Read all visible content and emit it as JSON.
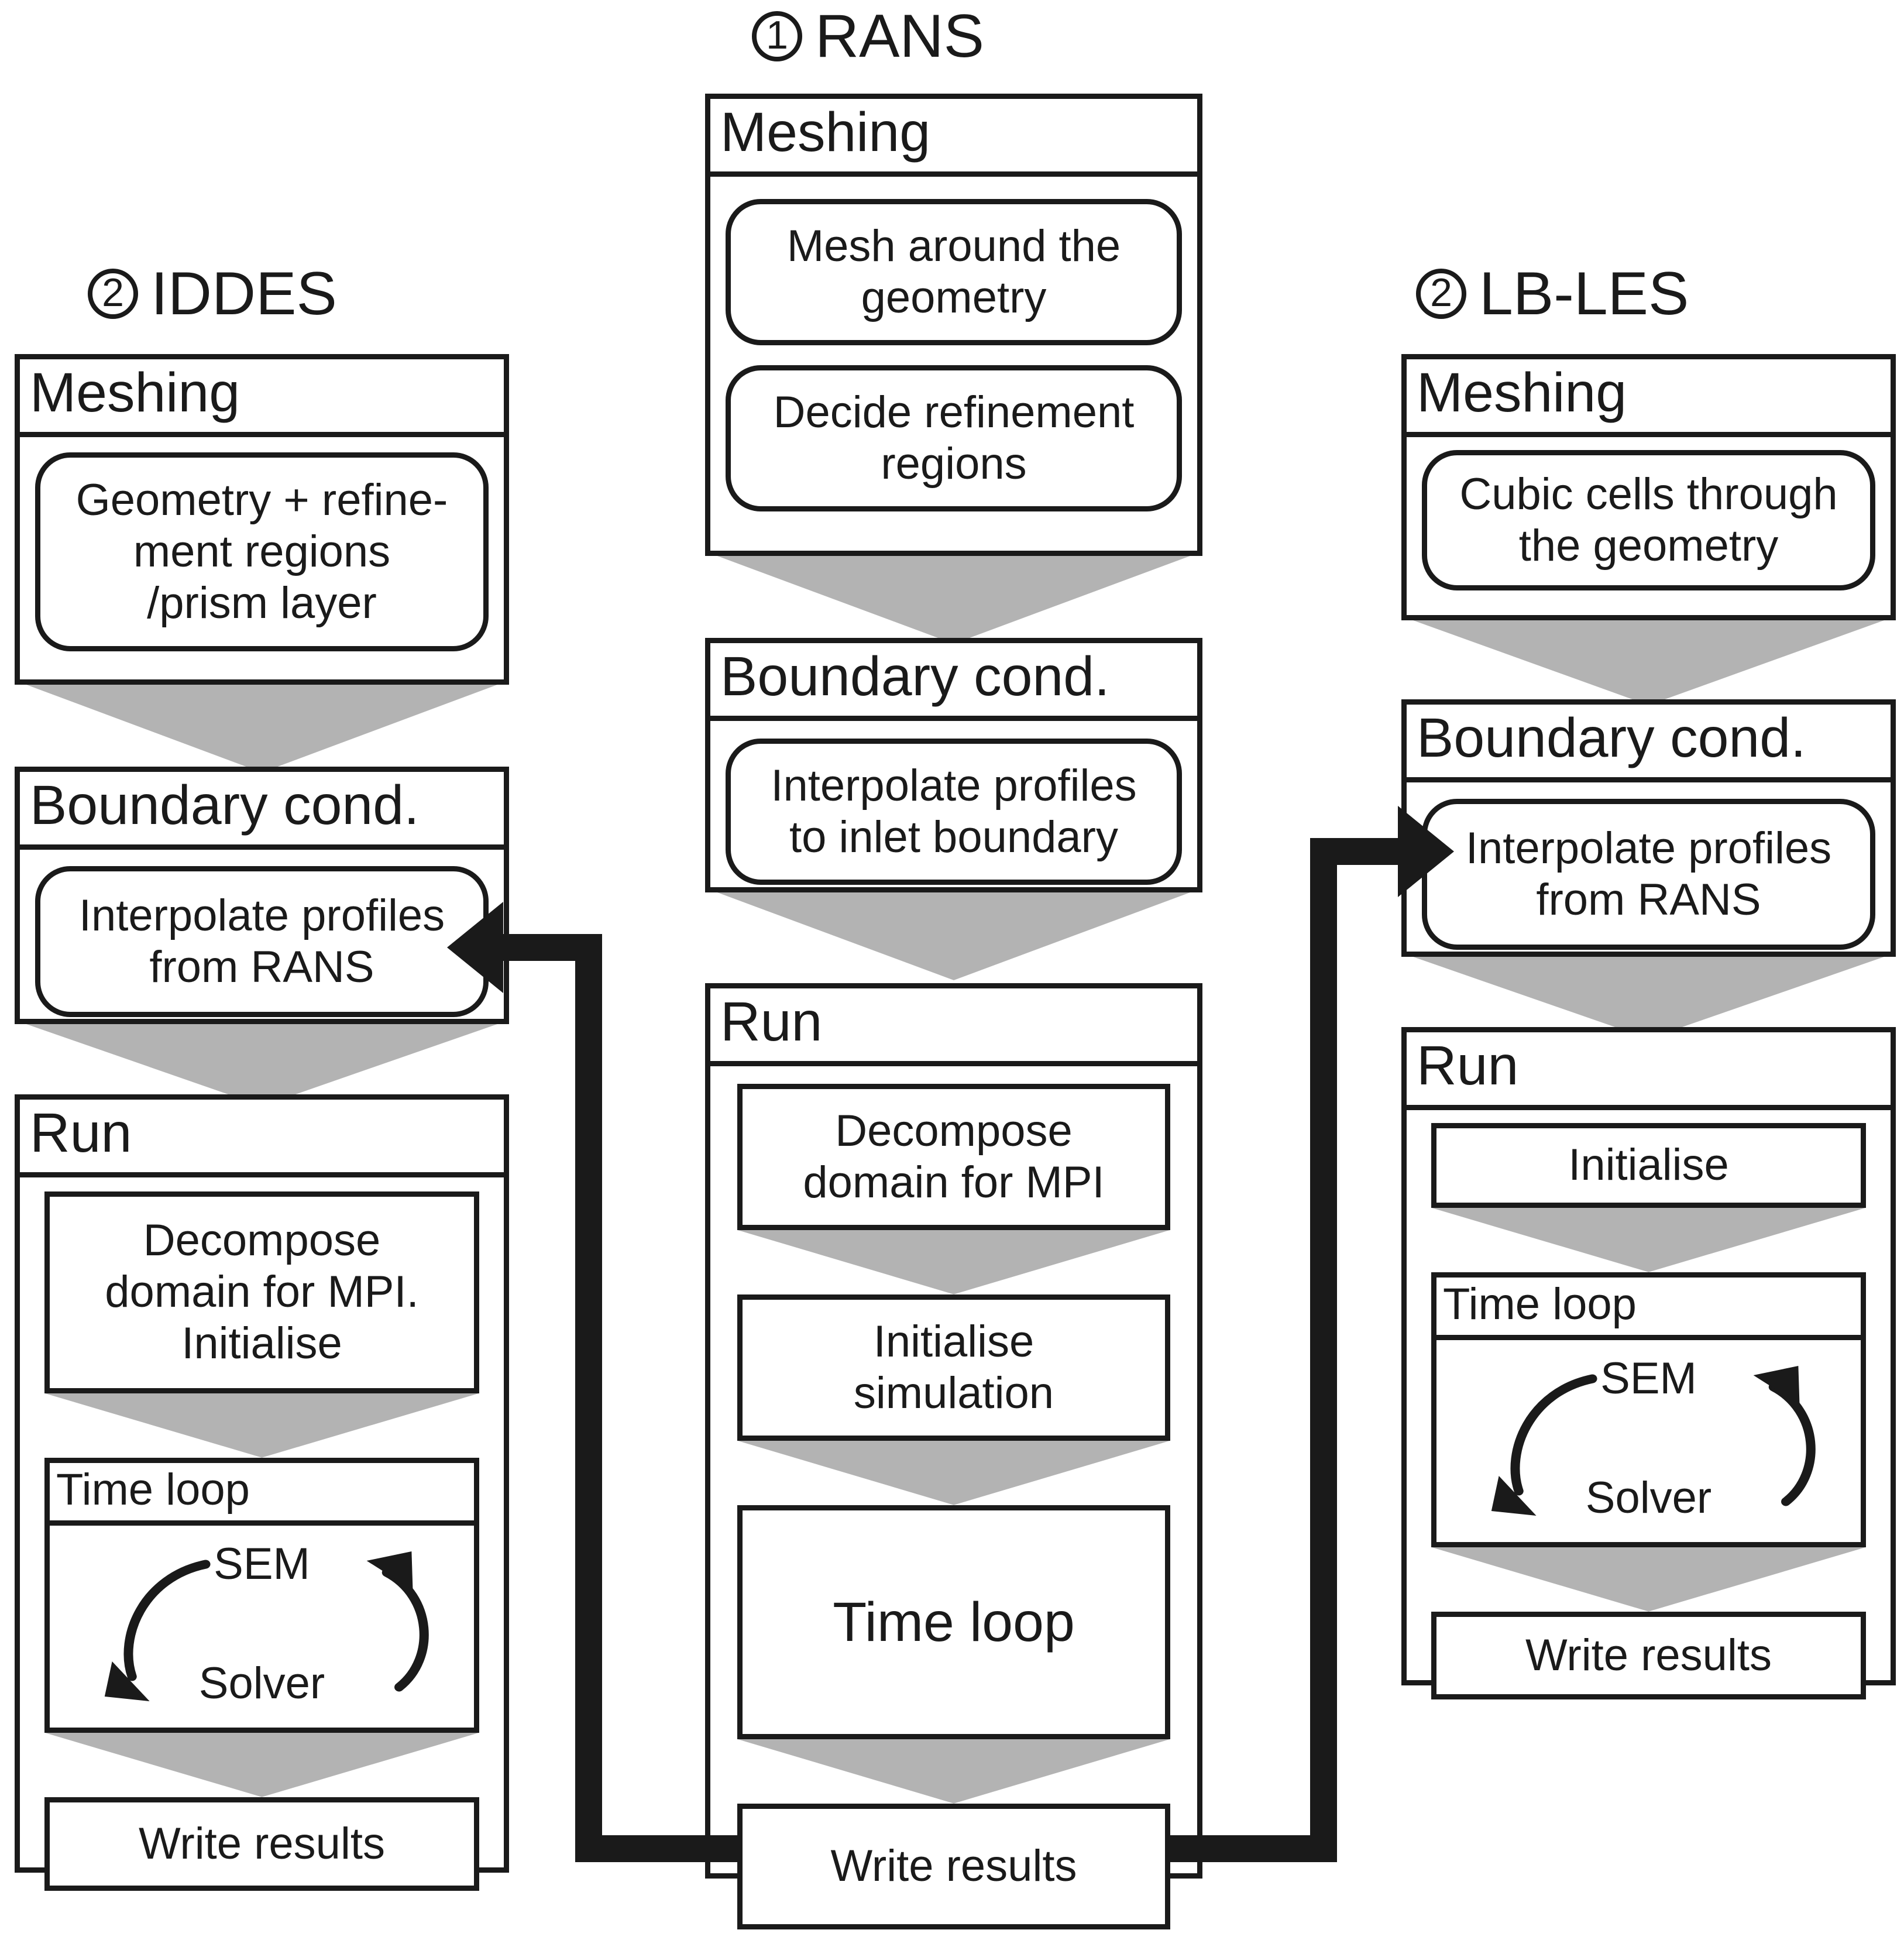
{
  "columns": {
    "iddes": {
      "badge": "2",
      "title": "IDDES",
      "meshing": {
        "title": "Meshing",
        "node": "Geometry + refine-\nment regions\n/prism layer"
      },
      "boundary": {
        "title": "Boundary cond.",
        "node": "Interpolate profiles\nfrom RANS"
      },
      "run": {
        "title": "Run",
        "decompose": "Decompose\ndomain for MPI.\nInitialise",
        "timeloop": {
          "title": "Time loop",
          "top_label": "SEM",
          "bottom_label": "Solver"
        },
        "write": "Write results"
      }
    },
    "rans": {
      "badge": "1",
      "title": "RANS",
      "meshing": {
        "title": "Meshing",
        "node1": "Mesh around the\ngeometry",
        "node2": "Decide refinement\nregions"
      },
      "boundary": {
        "title": "Boundary cond.",
        "node": "Interpolate profiles\nto inlet boundary"
      },
      "run": {
        "title": "Run",
        "decompose": "Decompose\ndomain for MPI",
        "initialise": "Initialise\nsimulation",
        "timeloop": "Time loop",
        "write": "Write results"
      }
    },
    "lbles": {
      "badge": "2",
      "title": "LB-LES",
      "meshing": {
        "title": "Meshing",
        "node": "Cubic cells through\nthe geometry"
      },
      "boundary": {
        "title": "Boundary cond.",
        "node": "Interpolate profiles\nfrom RANS"
      },
      "run": {
        "title": "Run",
        "initialise": "Initialise",
        "timeloop": {
          "title": "Time loop",
          "top_label": "SEM",
          "bottom_label": "Solver"
        },
        "write": "Write results"
      }
    }
  },
  "colors": {
    "ink": "#1a1a1a",
    "chevron": "#b3b3b3",
    "paper": "#ffffff"
  }
}
